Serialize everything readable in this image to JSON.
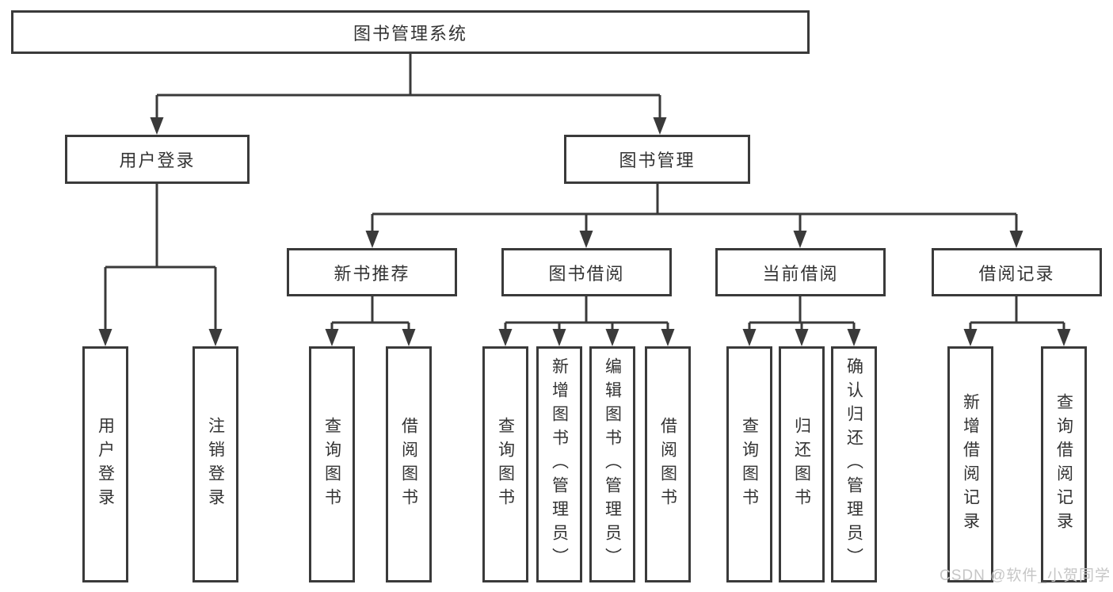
{
  "diagram": {
    "root": {
      "label": "图书管理系统"
    },
    "branches": [
      {
        "label": "用户登录",
        "children": [
          {
            "label": "用户登录"
          },
          {
            "label": "注销登录"
          }
        ]
      },
      {
        "label": "图书管理",
        "children": [
          {
            "label": "新书推荐",
            "children": [
              {
                "label": "查询图书"
              },
              {
                "label": "借阅图书"
              }
            ]
          },
          {
            "label": "图书借阅",
            "children": [
              {
                "label": "查询图书"
              },
              {
                "label": "新增图书（管理员）"
              },
              {
                "label": "编辑图书（管理员）"
              },
              {
                "label": "借阅图书"
              }
            ]
          },
          {
            "label": "当前借阅",
            "children": [
              {
                "label": "查询图书"
              },
              {
                "label": "归还图书"
              },
              {
                "label": "确认归还（管理员）"
              }
            ]
          },
          {
            "label": "借阅记录",
            "children": [
              {
                "label": "新增借阅记录"
              },
              {
                "label": "查询借阅记录"
              }
            ]
          }
        ]
      }
    ]
  },
  "watermark": {
    "text": "CSDN @软件_小贺同学"
  },
  "colors": {
    "line": "#3a3a3a",
    "text": "#333333",
    "watermark": "#c6c6c6",
    "background": "#ffffff"
  }
}
